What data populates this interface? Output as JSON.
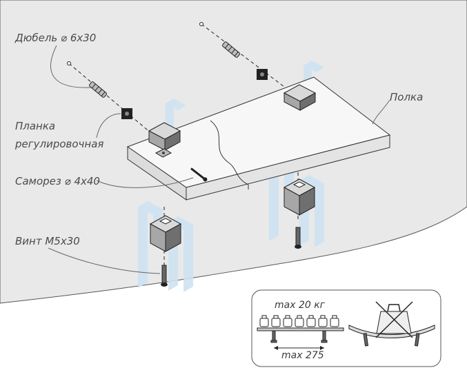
{
  "labels": {
    "dowel": "Дюбель ⌀ 6х30",
    "plate_line1": "Планка",
    "plate_line2": "регулировочная",
    "screw": "Саморез ⌀ 4х40",
    "bolt": "Винт М5х30",
    "shelf": "Полка"
  },
  "inset": {
    "max_load": "max 20 кг",
    "max_span": "max 275"
  },
  "colors": {
    "wall": "#e9e9e9",
    "bracket_top": "#d9d9d9",
    "bracket_front": "#a7a7a7",
    "bracket_side": "#6f6f6f",
    "watermark": "#cfe3f1"
  }
}
